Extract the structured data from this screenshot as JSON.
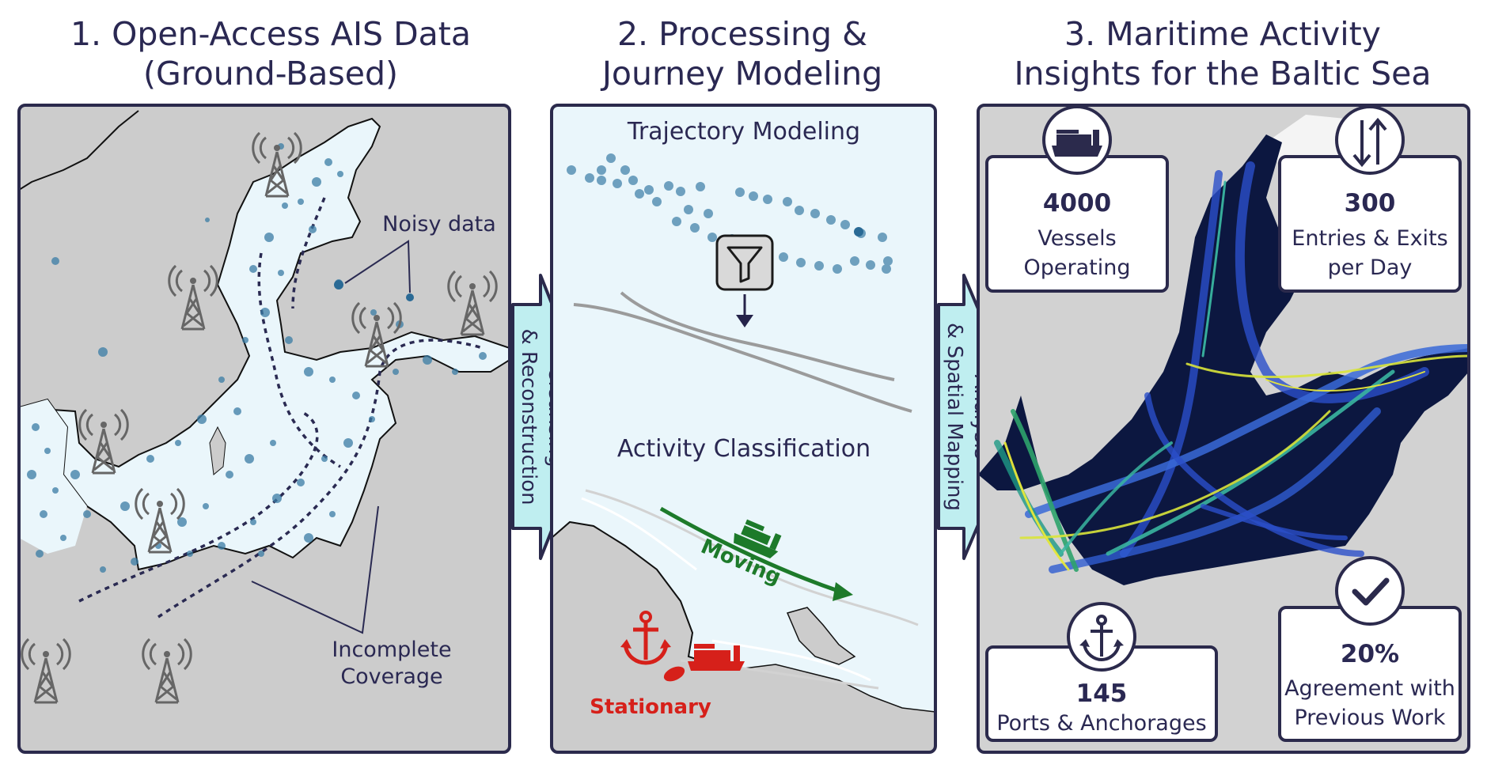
{
  "panel1": {
    "title_line1": "1. Open-Access AIS Data",
    "title_line2": "(Ground-Based)",
    "noisy_label": "Noisy data",
    "incomplete_line1": "Incomplete",
    "incomplete_line2": "Coverage"
  },
  "arrow1": {
    "line1": "Cleansing",
    "line2": "& Reconstruction"
  },
  "panel2": {
    "title_line1": "2. Processing &",
    "title_line2": "Journey Modeling",
    "trajectory_label": "Trajectory Modeling",
    "activity_label": "Activity Classification",
    "moving_label": "Moving",
    "stationary_label": "Stationary"
  },
  "arrow2": {
    "line1": "Analysis",
    "line2": "& Spatial Mapping"
  },
  "panel3": {
    "title_line1": "3. Maritime Activity",
    "title_line2": "Insights for the Baltic Sea",
    "stats": {
      "vessels": {
        "value": "4000",
        "line1": "Vessels",
        "line2": "Operating",
        "icon": "ship-icon"
      },
      "entries": {
        "value": "300",
        "line1": "Entries & Exits",
        "line2": "per Day",
        "icon": "up-down-arrows-icon"
      },
      "ports": {
        "value": "145",
        "line1": "Ports & Anchorages",
        "icon": "anchor-icon"
      },
      "agreement": {
        "value": "20%",
        "line1": "Agreement with",
        "line2": "Previous Work",
        "icon": "checkmark-icon"
      }
    }
  },
  "colors": {
    "frame": "#2b2a4c",
    "sea": "#eaf6fb",
    "land": "#cccccc",
    "arrow_fill": "#bfeef0",
    "moving": "#1d7a2a",
    "stationary": "#d6201a",
    "dot": "#3a7ca5",
    "heat_dark": "#0c1740"
  }
}
